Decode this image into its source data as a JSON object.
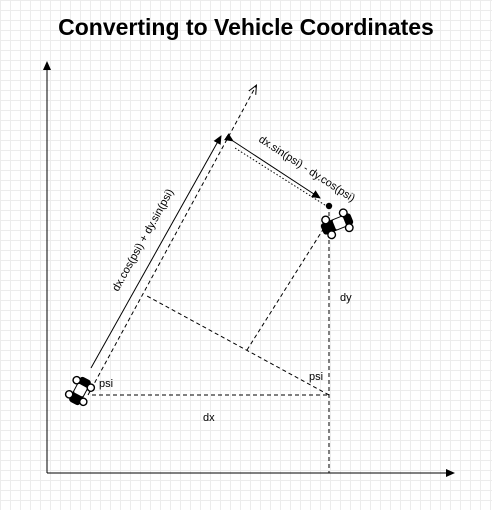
{
  "title": "Converting to Vehicle Coordinates",
  "labels": {
    "projection_forward": "dx.cos(psi) + dy.sin(psi)",
    "projection_lateral": "dx.sin(psi) - dy.cos(psi)",
    "dx": "dx",
    "dy": "dy",
    "psi_vehicle": "psi",
    "psi_target": "psi"
  },
  "icons": {
    "ego_vehicle": "car-icon",
    "target_vehicle": "car-icon"
  }
}
